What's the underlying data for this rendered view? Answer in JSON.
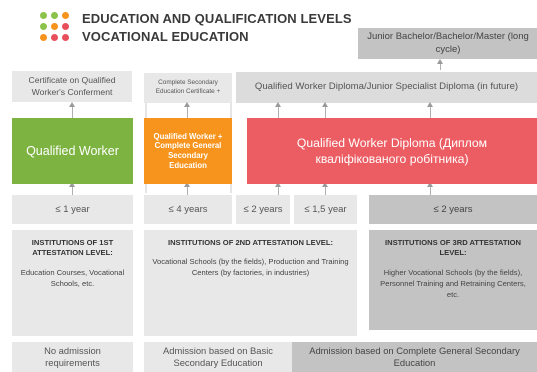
{
  "header": {
    "logo_colors": [
      "#8bc34a",
      "#f7941d",
      "#e94e5b",
      "#8bc34a",
      "#f7941d",
      "#e94e5b",
      "#8bc34a",
      "#f7941d",
      "#e94e5b"
    ],
    "title_line1": "EDUCATION AND QUALIFICATION LEVELS",
    "title_line2": "VOCATIONAL EDUCATION"
  },
  "top": {
    "bachelor": "Junior Bachelor/Bachelor/Master (long cycle)",
    "certificate_conferment": "Certificate on Qualified Worker's Conferment",
    "complete_secondary_cert": "Complete Secondary Education Certificate +",
    "future_diploma": "Qualified Worker Diploma/Junior Specialist Diploma (in future)"
  },
  "qualifications": {
    "qualified_worker": "Qualified Worker",
    "combo": "Qualified Worker + Complete General Secondary Education",
    "diploma": "Qualified Worker Diploma (Диплом кваліфікованого робітника)"
  },
  "durations": {
    "d1": "≤ 1 year",
    "d2": "≤ 4 years",
    "d3": "≤ 2 years",
    "d4": "≤ 1,5 year",
    "d5": "≤ 2 years"
  },
  "institutions": {
    "level1_title": "INSTITUTIONS OF 1ST ATTESTATION LEVEL:",
    "level1_text": "Education Courses, Vocational Schools, etc.",
    "level2_title": "INSTITUTIONS OF 2ND ATTESTATION LEVEL:",
    "level2_text": "Vocational Schools (by the fields), Production and Training Centers (by factories, in industries)",
    "level3_title": "INSTITUTIONS OF 3RD ATTESTATION LEVEL:",
    "level3_text": "Higher Vocational Schools (by the fields), Personnel Training and Retraining Centers, etc."
  },
  "admission": {
    "none": "No admission requirements",
    "basic": "Admission based on Basic Secondary Education",
    "complete": "Admission based on Complete General Secondary Education"
  },
  "colors": {
    "green": "#7db341",
    "orange": "#f7941d",
    "red": "#ec5d63"
  }
}
